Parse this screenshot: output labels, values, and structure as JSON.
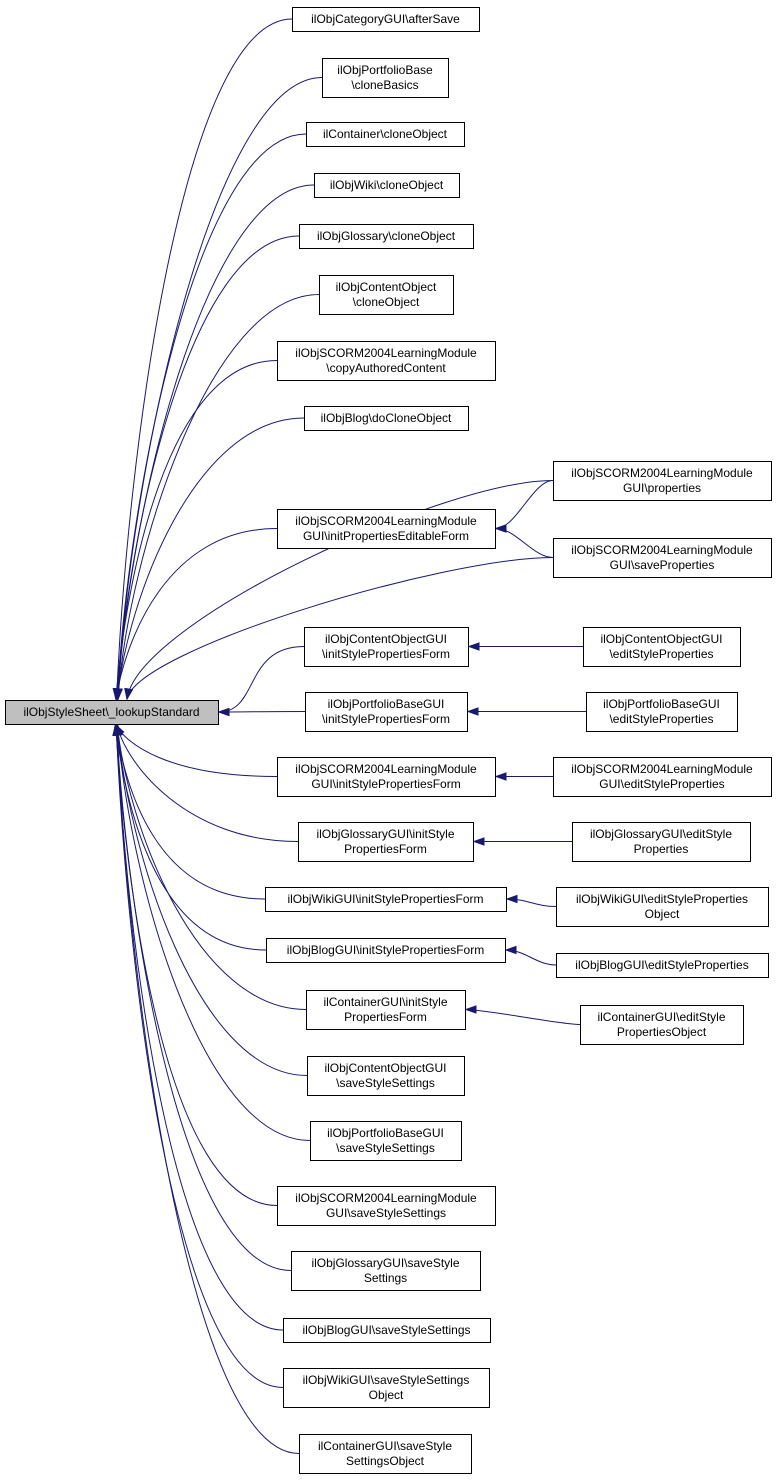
{
  "diagram": {
    "type": "call-graph",
    "root": {
      "id": "root",
      "lines": [
        "ilObjStyleSheet\\_lookupStandard"
      ]
    },
    "callers": [
      {
        "id": "n1",
        "lines": [
          "ilObjCategoryGUI\\afterSave"
        ]
      },
      {
        "id": "n2",
        "lines": [
          "ilObjPortfolioBase",
          "\\cloneBasics"
        ]
      },
      {
        "id": "n3",
        "lines": [
          "ilContainer\\cloneObject"
        ]
      },
      {
        "id": "n4",
        "lines": [
          "ilObjWiki\\cloneObject"
        ]
      },
      {
        "id": "n5",
        "lines": [
          "ilObjGlossary\\cloneObject"
        ]
      },
      {
        "id": "n6",
        "lines": [
          "ilObjContentObject",
          "\\cloneObject"
        ]
      },
      {
        "id": "n7",
        "lines": [
          "ilObjSCORM2004LearningModule",
          "\\copyAuthoredContent"
        ]
      },
      {
        "id": "n8",
        "lines": [
          "ilObjBlog\\doCloneObject"
        ]
      },
      {
        "id": "n9",
        "lines": [
          "ilObjSCORM2004LearningModule",
          "GUI\\initPropertiesEditableForm"
        ]
      },
      {
        "id": "n10",
        "lines": [
          "ilObjContentObjectGUI",
          "\\initStylePropertiesForm"
        ]
      },
      {
        "id": "n11",
        "lines": [
          "ilObjPortfolioBaseGUI",
          "\\initStylePropertiesForm"
        ]
      },
      {
        "id": "n12",
        "lines": [
          "ilObjSCORM2004LearningModule",
          "GUI\\initStylePropertiesForm"
        ]
      },
      {
        "id": "n13",
        "lines": [
          "ilObjGlossaryGUI\\initStyle",
          "PropertiesForm"
        ]
      },
      {
        "id": "n14",
        "lines": [
          "ilObjWikiGUI\\initStylePropertiesForm"
        ]
      },
      {
        "id": "n15",
        "lines": [
          "ilObjBlogGUI\\initStylePropertiesForm"
        ]
      },
      {
        "id": "n16",
        "lines": [
          "ilContainerGUI\\initStyle",
          "PropertiesForm"
        ]
      },
      {
        "id": "n17",
        "lines": [
          "ilObjContentObjectGUI",
          "\\saveStyleSettings"
        ]
      },
      {
        "id": "n18",
        "lines": [
          "ilObjPortfolioBaseGUI",
          "\\saveStyleSettings"
        ]
      },
      {
        "id": "n19",
        "lines": [
          "ilObjSCORM2004LearningModule",
          "GUI\\saveStyleSettings"
        ]
      },
      {
        "id": "n20",
        "lines": [
          "ilObjGlossaryGUI\\saveStyle",
          "Settings"
        ]
      },
      {
        "id": "n21",
        "lines": [
          "ilObjBlogGUI\\saveStyleSettings"
        ]
      },
      {
        "id": "n22",
        "lines": [
          "ilObjWikiGUI\\saveStyleSettings",
          "Object"
        ]
      },
      {
        "id": "n23",
        "lines": [
          "ilContainerGUI\\saveStyle",
          "SettingsObject"
        ]
      }
    ],
    "second_level": [
      {
        "id": "m1",
        "lines": [
          "ilObjSCORM2004LearningModule",
          "GUI\\properties"
        ]
      },
      {
        "id": "m2",
        "lines": [
          "ilObjSCORM2004LearningModule",
          "GUI\\saveProperties"
        ]
      },
      {
        "id": "m3",
        "lines": [
          "ilObjContentObjectGUI",
          "\\editStyleProperties"
        ]
      },
      {
        "id": "m4",
        "lines": [
          "ilObjPortfolioBaseGUI",
          "\\editStyleProperties"
        ]
      },
      {
        "id": "m5",
        "lines": [
          "ilObjSCORM2004LearningModule",
          "GUI\\editStyleProperties"
        ]
      },
      {
        "id": "m6",
        "lines": [
          "ilObjGlossaryGUI\\editStyle",
          "Properties"
        ]
      },
      {
        "id": "m7",
        "lines": [
          "ilObjWikiGUI\\editStyleProperties",
          "Object"
        ]
      },
      {
        "id": "m8",
        "lines": [
          "ilObjBlogGUI\\editStyleProperties"
        ]
      },
      {
        "id": "m9",
        "lines": [
          "ilContainerGUI\\editStyle",
          "PropertiesObject"
        ]
      }
    ],
    "edges": [
      {
        "from": "n1",
        "to": "root"
      },
      {
        "from": "n2",
        "to": "root"
      },
      {
        "from": "n3",
        "to": "root"
      },
      {
        "from": "n4",
        "to": "root"
      },
      {
        "from": "n5",
        "to": "root"
      },
      {
        "from": "n6",
        "to": "root"
      },
      {
        "from": "n7",
        "to": "root"
      },
      {
        "from": "n8",
        "to": "root"
      },
      {
        "from": "n9",
        "to": "root"
      },
      {
        "from": "m1",
        "to": "root"
      },
      {
        "from": "m2",
        "to": "root"
      },
      {
        "from": "n10",
        "to": "root"
      },
      {
        "from": "n11",
        "to": "root"
      },
      {
        "from": "n12",
        "to": "root"
      },
      {
        "from": "n13",
        "to": "root"
      },
      {
        "from": "n14",
        "to": "root"
      },
      {
        "from": "n15",
        "to": "root"
      },
      {
        "from": "n16",
        "to": "root"
      },
      {
        "from": "n17",
        "to": "root"
      },
      {
        "from": "n18",
        "to": "root"
      },
      {
        "from": "n19",
        "to": "root"
      },
      {
        "from": "n20",
        "to": "root"
      },
      {
        "from": "n21",
        "to": "root"
      },
      {
        "from": "n22",
        "to": "root"
      },
      {
        "from": "n23",
        "to": "root"
      },
      {
        "from": "m1",
        "to": "n9"
      },
      {
        "from": "m2",
        "to": "n9"
      },
      {
        "from": "m3",
        "to": "n10"
      },
      {
        "from": "m4",
        "to": "n11"
      },
      {
        "from": "m5",
        "to": "n12"
      },
      {
        "from": "m6",
        "to": "n13"
      },
      {
        "from": "m7",
        "to": "n14"
      },
      {
        "from": "m8",
        "to": "n15"
      },
      {
        "from": "m9",
        "to": "n16"
      }
    ]
  }
}
